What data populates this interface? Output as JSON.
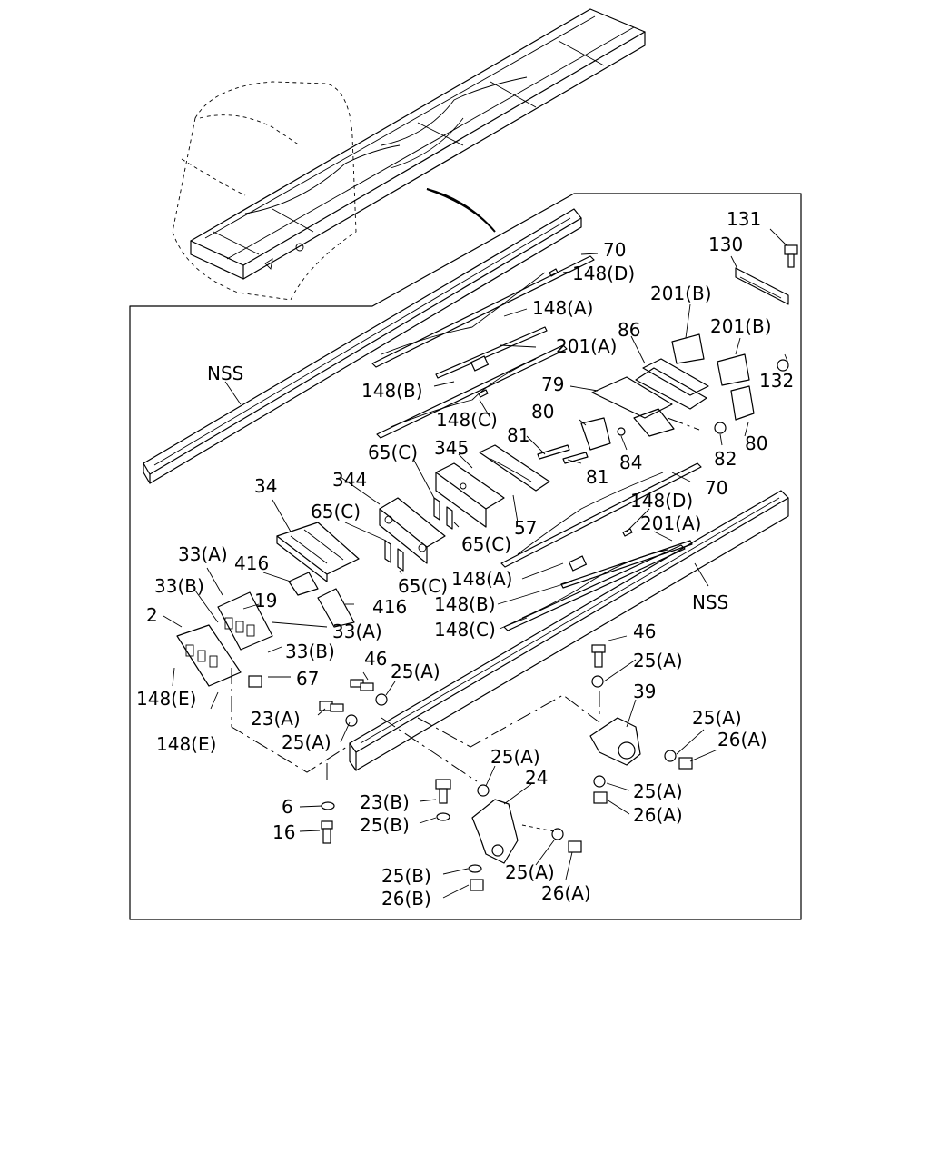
{
  "labels": {
    "l131": "131",
    "l130": "130",
    "l70a": "70",
    "l148da": "148(D)",
    "l148aa": "148(A)",
    "l201ba": "201(B)",
    "l201bb": "201(B)",
    "l86": "86",
    "l201aa": "201(A)",
    "l132": "132",
    "lnssa": "NSS",
    "l148ba": "148(B)",
    "l79": "79",
    "l148ca": "148(C)",
    "l80a": "80",
    "l81a": "81",
    "l82": "82",
    "l80b": "80",
    "l84": "84",
    "l345": "345",
    "l65ca": "65(C)",
    "l81b": "81",
    "l344": "344",
    "l70b": "70",
    "l34": "34",
    "l65cb": "65(C)",
    "l148db": "148(D)",
    "l65cc": "65(C)",
    "l57": "57",
    "l201ab": "201(A)",
    "l33aa": "33(A)",
    "l416a": "416",
    "l65cd": "65(C)",
    "l148ab": "148(A)",
    "l33ba": "33(B)",
    "lnssb": "NSS",
    "l19": "19",
    "l416b": "416",
    "l148bb": "148(B)",
    "l2": "2",
    "l33ab": "33(A)",
    "l148cb": "148(C)",
    "l46a": "46",
    "l33bb": "33(B)",
    "l46b": "46",
    "l25aa": "25(A)",
    "l25ab": "25(A)",
    "l67": "67",
    "l148ea": "148(E)",
    "l39": "39",
    "l23a": "23(A)",
    "l25ac": "25(A)",
    "l25ad": "25(A)",
    "l26aa": "26(A)",
    "l148eb": "148(E)",
    "l25ae": "25(A)",
    "l24": "24",
    "l25af": "25(A)",
    "l6": "6",
    "l23b": "23(B)",
    "l26ab": "26(A)",
    "l16": "16",
    "l25ba": "25(B)",
    "l25bb": "25(B)",
    "l25ag": "25(A)",
    "l26b": "26(B)",
    "l26ac": "26(A)"
  }
}
